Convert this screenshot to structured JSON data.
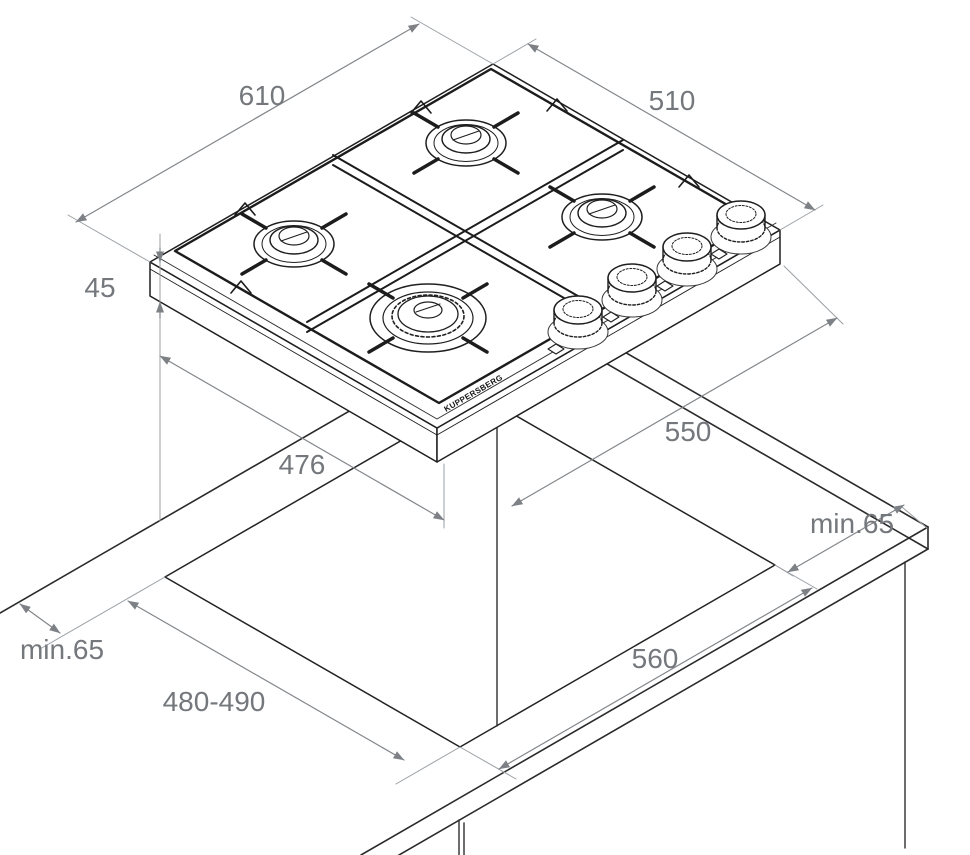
{
  "brand_label": "KUPPERSBERG",
  "dimensions": {
    "hob_width": "610",
    "hob_depth": "510",
    "hob_height": "45",
    "hob_front_depth": "476",
    "cabinet_min_depth": "550",
    "clearance_right": "min.65",
    "clearance_left": "min.65",
    "cutout_depth": "480-490",
    "cutout_width": "560"
  }
}
